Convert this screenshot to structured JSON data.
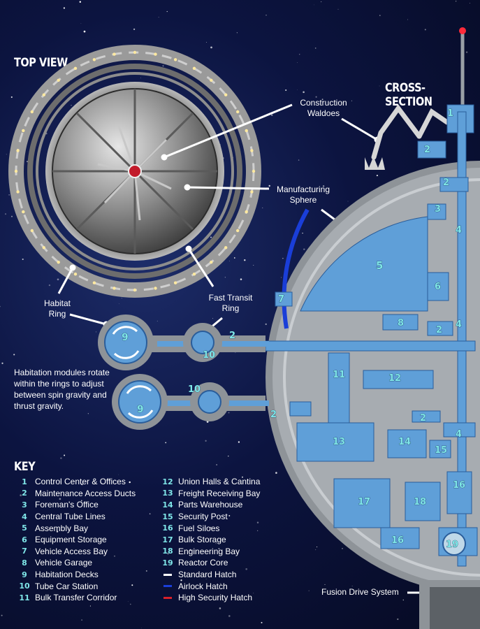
{
  "headings": {
    "top_view": "TOP VIEW",
    "cross_section": "CROSS-SECTION",
    "key": "KEY"
  },
  "callouts": {
    "construction_waldoes": "Construction\nWaldoes",
    "manufacturing_sphere": "Manufacturing\nSphere",
    "habitat_ring": "Habitat\nRing",
    "fast_transit_ring": "Fast Transit\nRing",
    "fusion_drive": "Fusion Drive System"
  },
  "note": "Habitation modules rotate within the rings to adjust between spin gravity and thrust gravity.",
  "map_labels": {
    "n1": "1",
    "n2": "2",
    "n3": "3",
    "n4": "4",
    "n5": "5",
    "n6": "6",
    "n7": "7",
    "n8": "8",
    "n9": "9",
    "n10": "10",
    "n11": "11",
    "n12": "12",
    "n13": "13",
    "n14": "14",
    "n15": "15",
    "n16": "16",
    "n17": "17",
    "n18": "18",
    "n19": "19"
  },
  "key_left": [
    {
      "num": "1",
      "label": "Control Center & Offices"
    },
    {
      "num": "2",
      "label": "Maintenance Access Ducts"
    },
    {
      "num": "3",
      "label": "Foreman's Office"
    },
    {
      "num": "4",
      "label": "Central Tube Lines"
    },
    {
      "num": "5",
      "label": "Assembly Bay"
    },
    {
      "num": "6",
      "label": "Equipment Storage"
    },
    {
      "num": "7",
      "label": "Vehicle Access Bay"
    },
    {
      "num": "8",
      "label": "Vehicle Garage"
    },
    {
      "num": "9",
      "label": "Habitation Decks"
    },
    {
      "num": "10",
      "label": "Tube Car Station"
    },
    {
      "num": "11",
      "label": "Bulk Transfer Corridor"
    }
  ],
  "key_right": [
    {
      "num": "12",
      "label": "Union Halls & Cantina"
    },
    {
      "num": "13",
      "label": "Freight Receiving Bay"
    },
    {
      "num": "14",
      "label": "Parts Warehouse"
    },
    {
      "num": "15",
      "label": "Security Post"
    },
    {
      "num": "16",
      "label": "Fuel Siloes"
    },
    {
      "num": "17",
      "label": "Bulk Storage"
    },
    {
      "num": "18",
      "label": "Engineering Bay"
    },
    {
      "num": "19",
      "label": "Reactor Core"
    }
  ],
  "hatches": [
    {
      "label": "Standard Hatch",
      "color": "#ffffff"
    },
    {
      "label": "Airlock Hatch",
      "color": "#1a3ed8"
    },
    {
      "label": "High Security Hatch",
      "color": "#d8202a"
    }
  ],
  "colors": {
    "room_fill": "#5f9fd8",
    "hull": "#9aa0a6",
    "label": "#7fe6e8"
  }
}
